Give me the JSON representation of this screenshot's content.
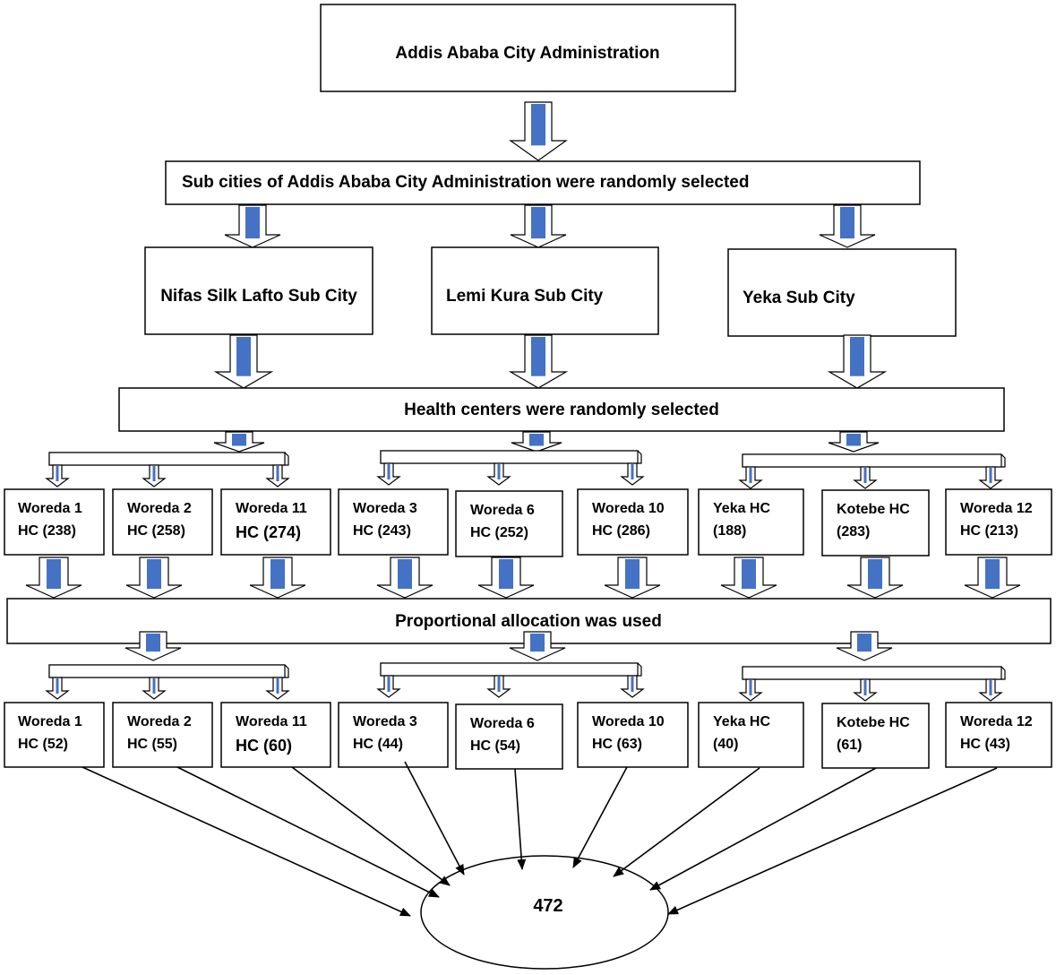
{
  "colors": {
    "accent": "#4472c4",
    "stroke": "#000000",
    "fill": "#ffffff"
  },
  "top": "Addis Ababa City Administration",
  "step_subcities": "Sub cities of Addis Ababa City Administration were randomly selected",
  "subcities": [
    "Nifas Silk Lafto Sub City",
    "Lemi Kura Sub City",
    "Yeka Sub City"
  ],
  "step_health_centers": "Health centers were randomly selected",
  "health_centers": [
    {
      "line1": "Woreda 1",
      "line2": "HC (238)"
    },
    {
      "line1": "Woreda 2",
      "line2": "HC (258)"
    },
    {
      "line1": "Woreda 11",
      "line2": "HC (274)"
    },
    {
      "line1": "Woreda 3",
      "line2": "HC (243)"
    },
    {
      "line1": "Woreda 6",
      "line2": "HC (252)"
    },
    {
      "line1": "Woreda 10",
      "line2": "HC (286)"
    },
    {
      "line1": "Yeka HC",
      "line2": "(188)"
    },
    {
      "line1": "Kotebe HC",
      "line2": "(283)"
    },
    {
      "line1": "Woreda 12",
      "line2": "HC (213)"
    }
  ],
  "step_allocation": "Proportional allocation was used",
  "samples": [
    {
      "line1": "Woreda 1",
      "line2": "HC (52)"
    },
    {
      "line1": "Woreda 2",
      "line2": "HC (55)"
    },
    {
      "line1": "Woreda 11",
      "line2": "HC (60)"
    },
    {
      "line1": "Woreda 3",
      "line2": "HC (44)"
    },
    {
      "line1": "Woreda 6",
      "line2": "HC (54)"
    },
    {
      "line1": "Woreda 10",
      "line2": "HC (63)"
    },
    {
      "line1": "Yeka HC",
      "line2": "(40)"
    },
    {
      "line1": "Kotebe HC",
      "line2": "(61)"
    },
    {
      "line1": "Woreda 12",
      "line2": "HC (43)"
    }
  ],
  "total": "472"
}
